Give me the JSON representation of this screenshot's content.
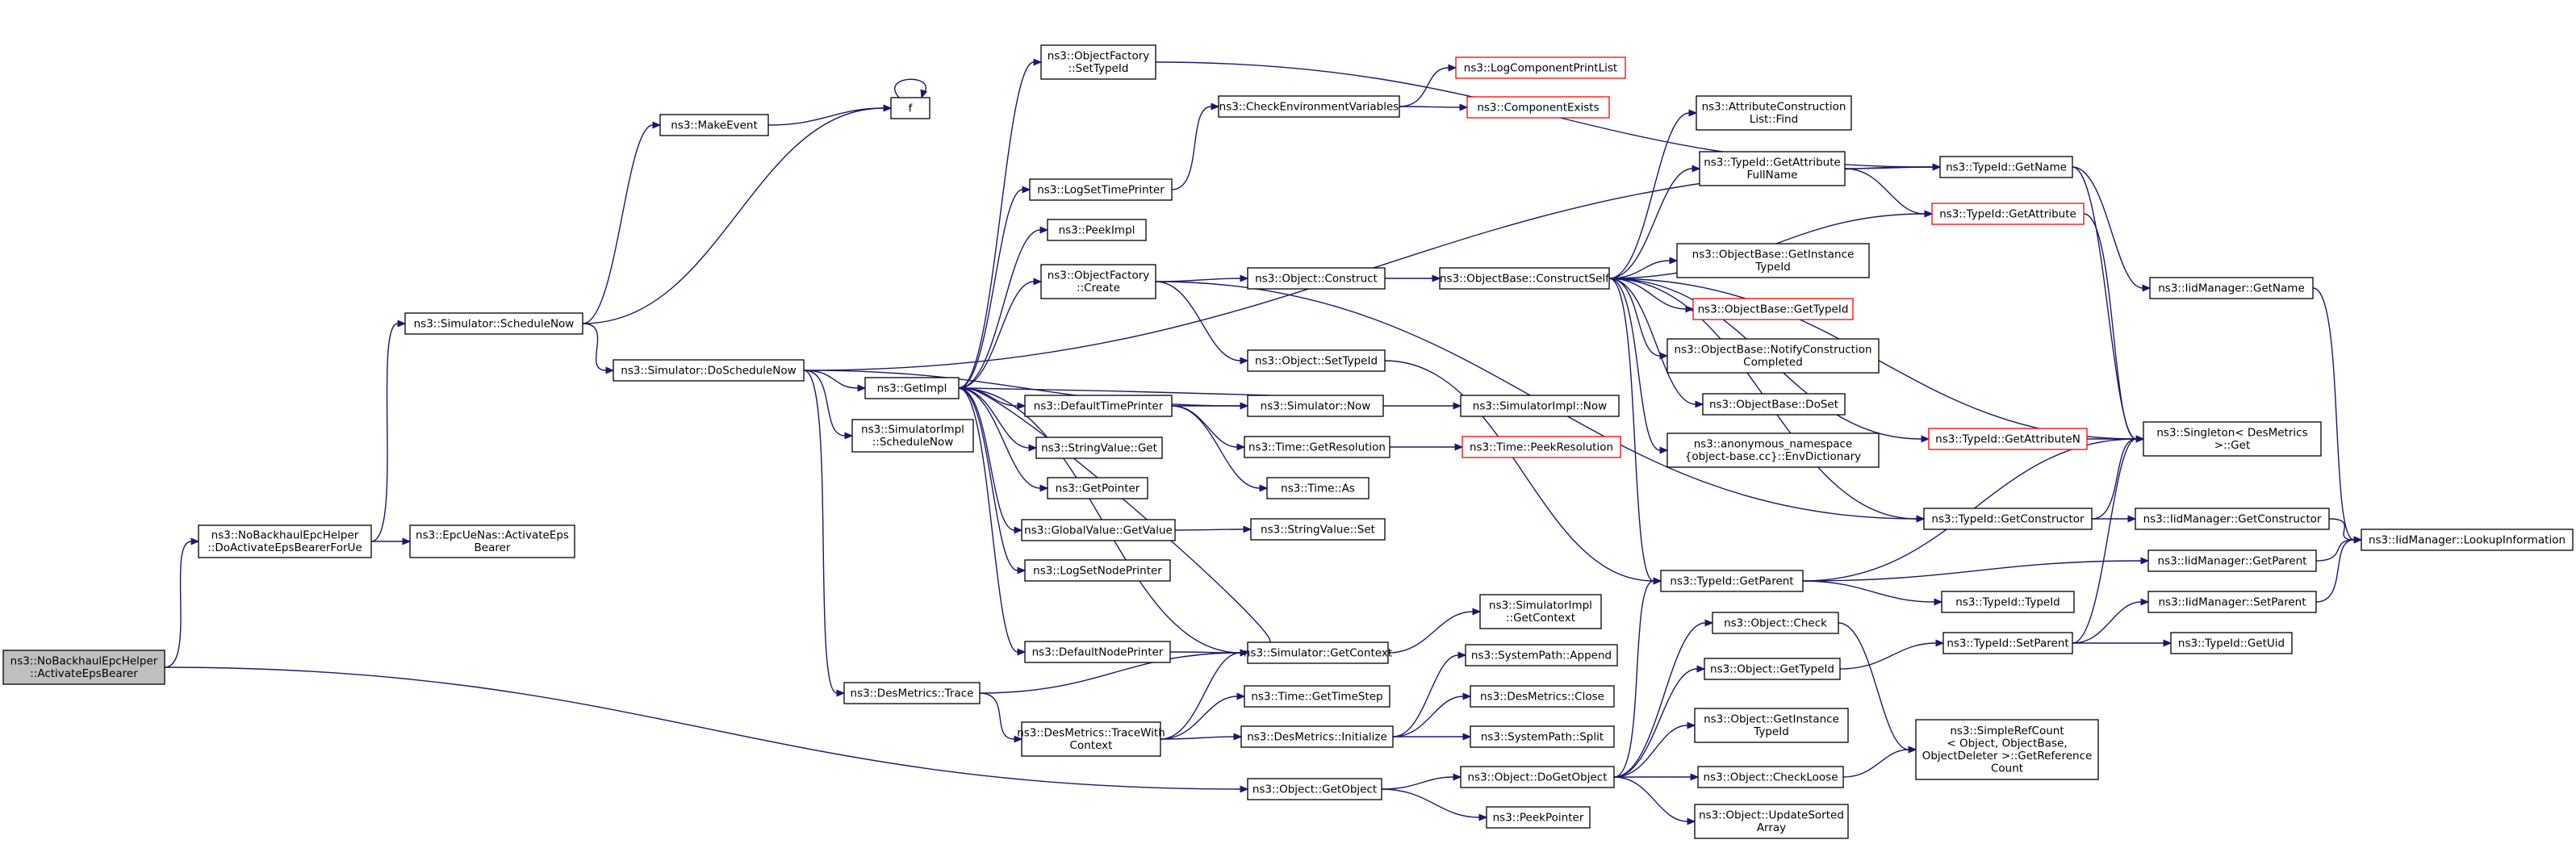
{
  "colors": {
    "edge": "#191970",
    "normal_border": "#000000",
    "truncated_border": "#ff0000",
    "root_fill": "#bfbfbf",
    "fill": "#ffffff"
  },
  "nodes": [
    {
      "id": "root",
      "lines": [
        "ns3::NoBackhaulEpcHelper",
        "::ActivateEpsBearer"
      ],
      "style": "root"
    },
    {
      "id": "doact",
      "lines": [
        "ns3::NoBackhaulEpcHelper",
        "::DoActivateEpsBearerForUe"
      ],
      "style": "normal"
    },
    {
      "id": "epcue",
      "lines": [
        "ns3::EpcUeNas::ActivateEps",
        "Bearer"
      ],
      "style": "normal"
    },
    {
      "id": "schednow",
      "lines": [
        "ns3::Simulator::ScheduleNow"
      ],
      "style": "normal"
    },
    {
      "id": "makeevent",
      "lines": [
        "ns3::MakeEvent"
      ],
      "style": "normal"
    },
    {
      "id": "f",
      "lines": [
        "f"
      ],
      "style": "normal"
    },
    {
      "id": "doschednow",
      "lines": [
        "ns3::Simulator::DoScheduleNow"
      ],
      "style": "normal"
    },
    {
      "id": "getimpl",
      "lines": [
        "ns3::GetImpl"
      ],
      "style": "normal"
    },
    {
      "id": "simimplsched",
      "lines": [
        "ns3::SimulatorImpl",
        "::ScheduleNow"
      ],
      "style": "normal"
    },
    {
      "id": "dmtrace",
      "lines": [
        "ns3::DesMetrics::Trace"
      ],
      "style": "normal"
    },
    {
      "id": "dmtracectx",
      "lines": [
        "ns3::DesMetrics::TraceWith",
        "Context"
      ],
      "style": "normal"
    },
    {
      "id": "ofsettypeid",
      "lines": [
        "ns3::ObjectFactory",
        "::SetTypeId"
      ],
      "style": "normal"
    },
    {
      "id": "logsettime",
      "lines": [
        "ns3::LogSetTimePrinter"
      ],
      "style": "normal"
    },
    {
      "id": "peekimpl",
      "lines": [
        "ns3::PeekImpl"
      ],
      "style": "normal"
    },
    {
      "id": "ofcreate",
      "lines": [
        "ns3::ObjectFactory",
        "::Create"
      ],
      "style": "normal"
    },
    {
      "id": "deftime",
      "lines": [
        "ns3::DefaultTimePrinter"
      ],
      "style": "normal"
    },
    {
      "id": "strget",
      "lines": [
        "ns3::StringValue::Get"
      ],
      "style": "normal"
    },
    {
      "id": "getptr",
      "lines": [
        "ns3::GetPointer"
      ],
      "style": "normal"
    },
    {
      "id": "gvgetval",
      "lines": [
        "ns3::GlobalValue::GetValue"
      ],
      "style": "normal"
    },
    {
      "id": "logsetnode",
      "lines": [
        "ns3::LogSetNodePrinter"
      ],
      "style": "normal"
    },
    {
      "id": "defnode",
      "lines": [
        "ns3::DefaultNodePrinter"
      ],
      "style": "normal"
    },
    {
      "id": "checkenv",
      "lines": [
        "ns3::CheckEnvironmentVariables"
      ],
      "style": "normal"
    },
    {
      "id": "logcomplist",
      "lines": [
        "ns3::LogComponentPrintList"
      ],
      "style": "truncated"
    },
    {
      "id": "compexists",
      "lines": [
        "ns3::ComponentExists"
      ],
      "style": "truncated"
    },
    {
      "id": "objconstruct",
      "lines": [
        "ns3::Object::Construct"
      ],
      "style": "normal"
    },
    {
      "id": "objsettypeid",
      "lines": [
        "ns3::Object::SetTypeId"
      ],
      "style": "normal"
    },
    {
      "id": "simnow",
      "lines": [
        "ns3::Simulator::Now"
      ],
      "style": "normal"
    },
    {
      "id": "timegetres",
      "lines": [
        "ns3::Time::GetResolution"
      ],
      "style": "normal"
    },
    {
      "id": "timeas",
      "lines": [
        "ns3::Time::As"
      ],
      "style": "normal"
    },
    {
      "id": "strset",
      "lines": [
        "ns3::StringValue::Set"
      ],
      "style": "normal"
    },
    {
      "id": "simgetctx",
      "lines": [
        "ns3::Simulator::GetContext"
      ],
      "style": "normal"
    },
    {
      "id": "timegetstep",
      "lines": [
        "ns3::Time::GetTimeStep"
      ],
      "style": "normal"
    },
    {
      "id": "dminit",
      "lines": [
        "ns3::DesMetrics::Initialize"
      ],
      "style": "normal"
    },
    {
      "id": "objgetobj",
      "lines": [
        "ns3::Object::GetObject"
      ],
      "style": "normal"
    },
    {
      "id": "simimplnow",
      "lines": [
        "ns3::SimulatorImpl::Now"
      ],
      "style": "normal"
    },
    {
      "id": "timepeekres",
      "lines": [
        "ns3::Time::PeekResolution"
      ],
      "style": "truncated"
    },
    {
      "id": "simimplgetctx",
      "lines": [
        "ns3::SimulatorImpl",
        "::GetContext"
      ],
      "style": "normal"
    },
    {
      "id": "sysappend",
      "lines": [
        "ns3::SystemPath::Append"
      ],
      "style": "normal"
    },
    {
      "id": "dmclose",
      "lines": [
        "ns3::DesMetrics::Close"
      ],
      "style": "normal"
    },
    {
      "id": "syssplit",
      "lines": [
        "ns3::SystemPath::Split"
      ],
      "style": "normal"
    },
    {
      "id": "dogetobj",
      "lines": [
        "ns3::Object::DoGetObject"
      ],
      "style": "normal"
    },
    {
      "id": "peekptr",
      "lines": [
        "ns3::PeekPointer"
      ],
      "style": "normal"
    },
    {
      "id": "objbaseconstruct",
      "lines": [
        "ns3::ObjectBase::ConstructSelf"
      ],
      "style": "normal"
    },
    {
      "id": "attrconstrfind",
      "lines": [
        "ns3::AttributeConstruction",
        "List::Find"
      ],
      "style": "normal"
    },
    {
      "id": "tidgetattrfull",
      "lines": [
        "ns3::TypeId::GetAttribute",
        "FullName"
      ],
      "style": "normal"
    },
    {
      "id": "objbasegetinst",
      "lines": [
        "ns3::ObjectBase::GetInstance",
        "TypeId"
      ],
      "style": "normal"
    },
    {
      "id": "objbasegettid",
      "lines": [
        "ns3::ObjectBase::GetTypeId"
      ],
      "style": "truncated"
    },
    {
      "id": "objbasenotify",
      "lines": [
        "ns3::ObjectBase::NotifyConstruction",
        "Completed"
      ],
      "style": "normal"
    },
    {
      "id": "objbasedoset",
      "lines": [
        "ns3::ObjectBase::DoSet"
      ],
      "style": "normal"
    },
    {
      "id": "envdict",
      "lines": [
        "ns3::anonymous_namespace",
        "{object-base.cc}::EnvDictionary"
      ],
      "style": "normal"
    },
    {
      "id": "tidgetparent",
      "lines": [
        "ns3::TypeId::GetParent"
      ],
      "style": "normal"
    },
    {
      "id": "objcheck",
      "lines": [
        "ns3::Object::Check"
      ],
      "style": "normal"
    },
    {
      "id": "objgettypeid",
      "lines": [
        "ns3::Object::GetTypeId"
      ],
      "style": "normal"
    },
    {
      "id": "objgetinst",
      "lines": [
        "ns3::Object::GetInstance",
        "TypeId"
      ],
      "style": "normal"
    },
    {
      "id": "objcheckloose",
      "lines": [
        "ns3::Object::CheckLoose"
      ],
      "style": "normal"
    },
    {
      "id": "objupdsorted",
      "lines": [
        "ns3::Object::UpdateSorted",
        "Array"
      ],
      "style": "normal"
    },
    {
      "id": "tidgetname",
      "lines": [
        "ns3::TypeId::GetName"
      ],
      "style": "normal"
    },
    {
      "id": "tidgetattr",
      "lines": [
        "ns3::TypeId::GetAttribute"
      ],
      "style": "truncated"
    },
    {
      "id": "tidgetattrn",
      "lines": [
        "ns3::TypeId::GetAttributeN"
      ],
      "style": "truncated"
    },
    {
      "id": "tidgetconstr",
      "lines": [
        "ns3::TypeId::GetConstructor"
      ],
      "style": "normal"
    },
    {
      "id": "tidtypeid",
      "lines": [
        "ns3::TypeId::TypeId"
      ],
      "style": "normal"
    },
    {
      "id": "tidsetparent",
      "lines": [
        "ns3::TypeId::SetParent"
      ],
      "style": "normal"
    },
    {
      "id": "simplerefcount",
      "lines": [
        "ns3::SimpleRefCount",
        "< Object, ObjectBase,",
        "ObjectDeleter >::GetReference",
        "Count"
      ],
      "style": "normal"
    },
    {
      "id": "iidgetname",
      "lines": [
        "ns3::IidManager::GetName"
      ],
      "style": "normal"
    },
    {
      "id": "singletonget",
      "lines": [
        "ns3::Singleton< DesMetrics",
        " >::Get"
      ],
      "style": "normal"
    },
    {
      "id": "iidgetconstr",
      "lines": [
        "ns3::IidManager::GetConstructor"
      ],
      "style": "normal"
    },
    {
      "id": "iidgetparent",
      "lines": [
        "ns3::IidManager::GetParent"
      ],
      "style": "normal"
    },
    {
      "id": "iidsetparent",
      "lines": [
        "ns3::IidManager::SetParent"
      ],
      "style": "normal"
    },
    {
      "id": "tidgetuid",
      "lines": [
        "ns3::TypeId::GetUid"
      ],
      "style": "normal"
    },
    {
      "id": "iidlookup",
      "lines": [
        "ns3::IidManager::LookupInformation"
      ],
      "style": "normal"
    }
  ]
}
